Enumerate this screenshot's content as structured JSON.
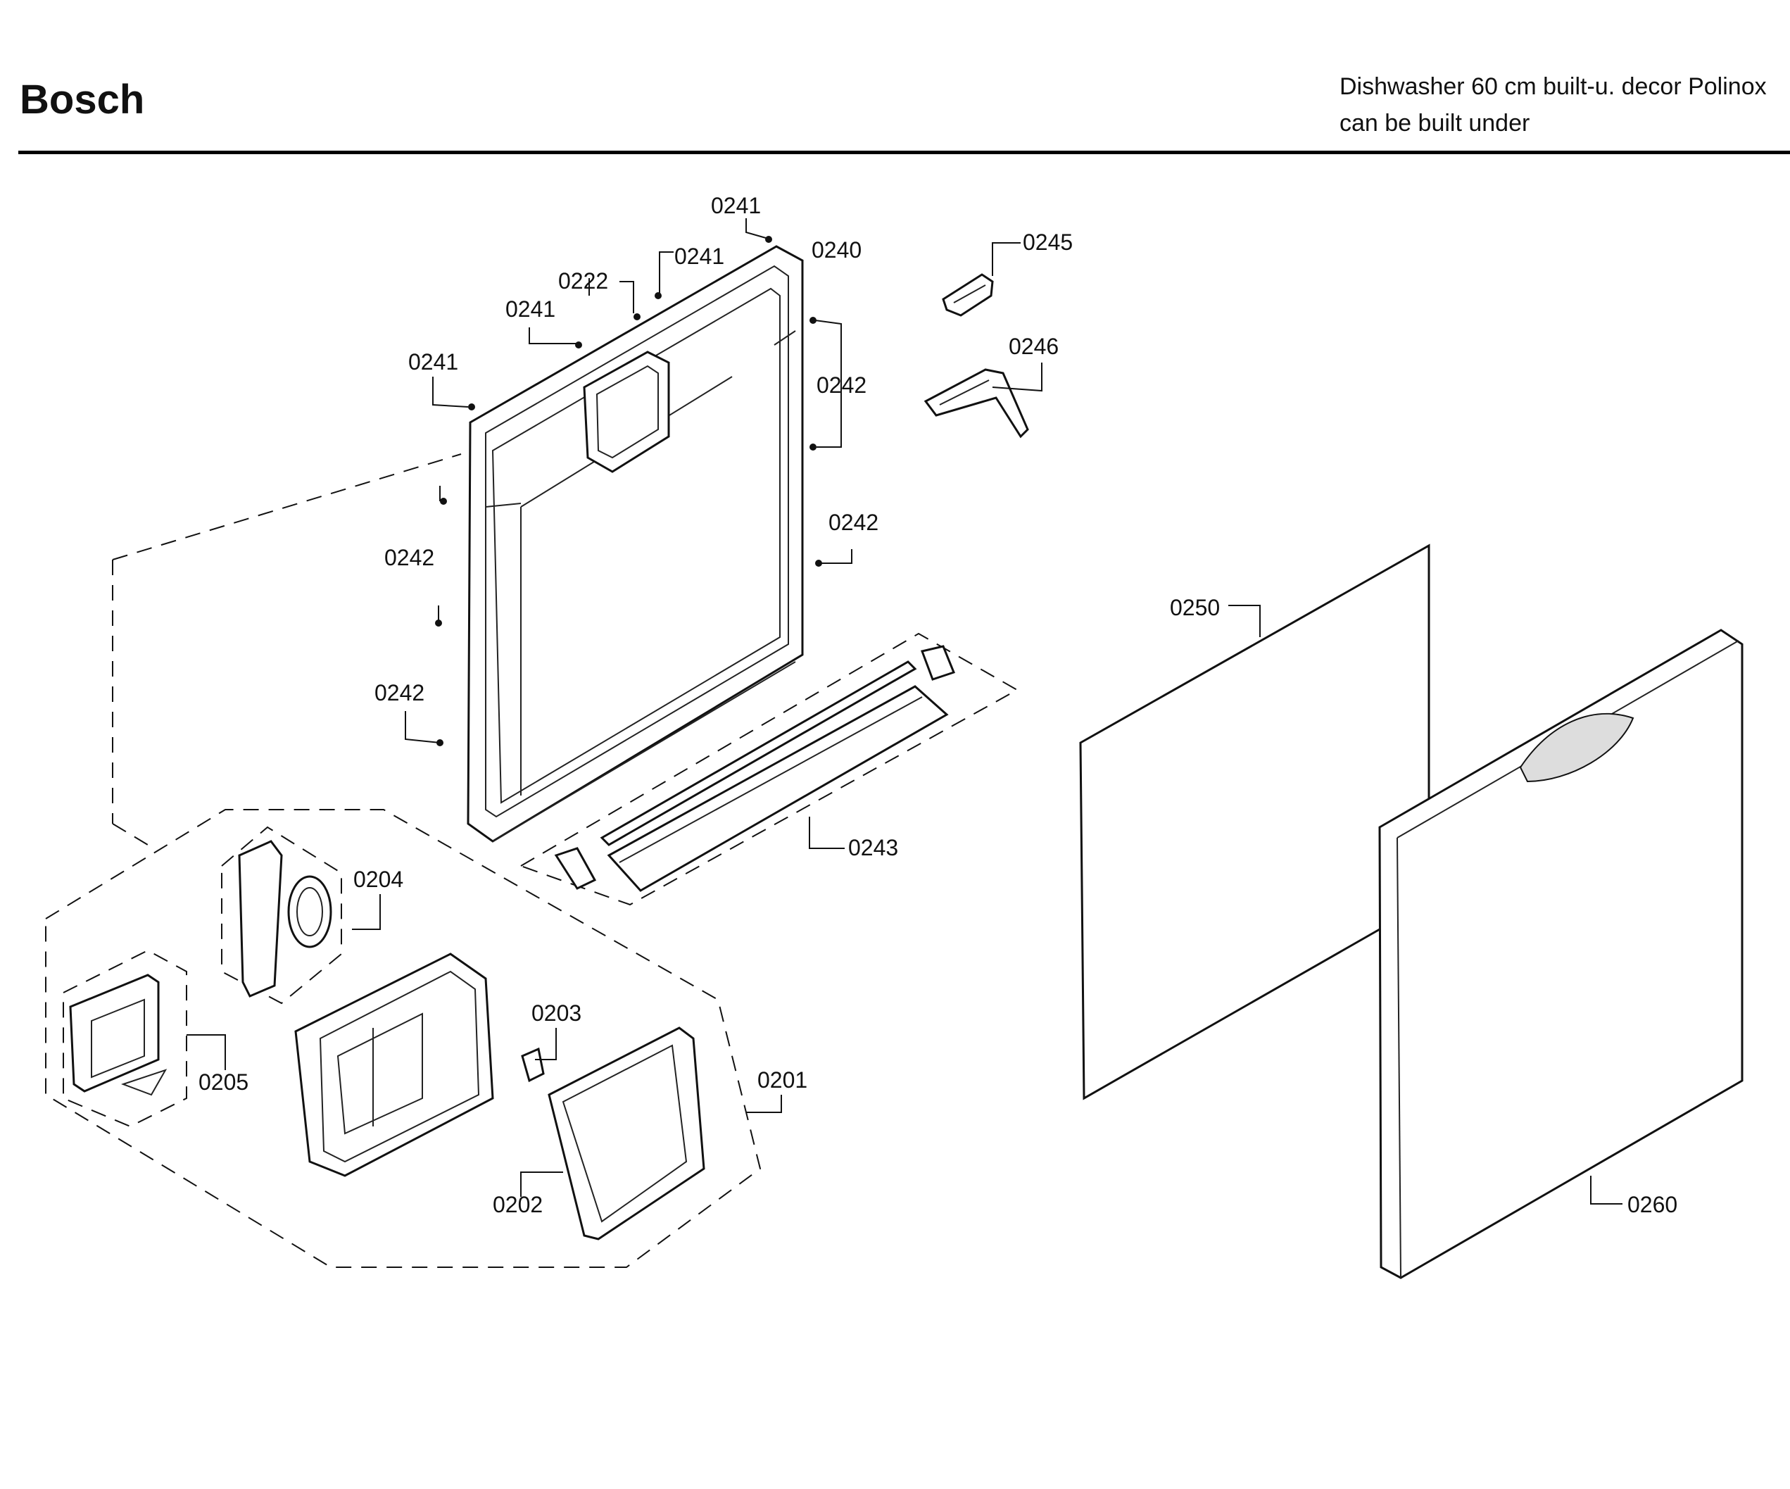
{
  "header": {
    "brand": "Bosch",
    "description_line1": "Dishwasher 60 cm built-u. decor Polinox",
    "description_line2": "can be built under"
  },
  "callouts": [
    {
      "id": "c-0241-top",
      "text": "0241"
    },
    {
      "id": "c-0240",
      "text": "0240"
    },
    {
      "id": "c-0241-b",
      "text": "0241"
    },
    {
      "id": "c-0222",
      "text": "0222"
    },
    {
      "id": "c-0241-c",
      "text": "0241"
    },
    {
      "id": "c-0241-d",
      "text": "0241"
    },
    {
      "id": "c-0242-a",
      "text": "0242"
    },
    {
      "id": "c-0242-b",
      "text": "0242"
    },
    {
      "id": "c-0242-c",
      "text": "0242"
    },
    {
      "id": "c-0242-d",
      "text": "0242"
    },
    {
      "id": "c-0245",
      "text": "0245"
    },
    {
      "id": "c-0246",
      "text": "0246"
    },
    {
      "id": "c-0243",
      "text": "0243"
    },
    {
      "id": "c-0250",
      "text": "0250"
    },
    {
      "id": "c-0260",
      "text": "0260"
    },
    {
      "id": "c-0204",
      "text": "0204"
    },
    {
      "id": "c-0205",
      "text": "0205"
    },
    {
      "id": "c-0203",
      "text": "0203"
    },
    {
      "id": "c-0201",
      "text": "0201"
    },
    {
      "id": "c-0202",
      "text": "0202"
    }
  ]
}
